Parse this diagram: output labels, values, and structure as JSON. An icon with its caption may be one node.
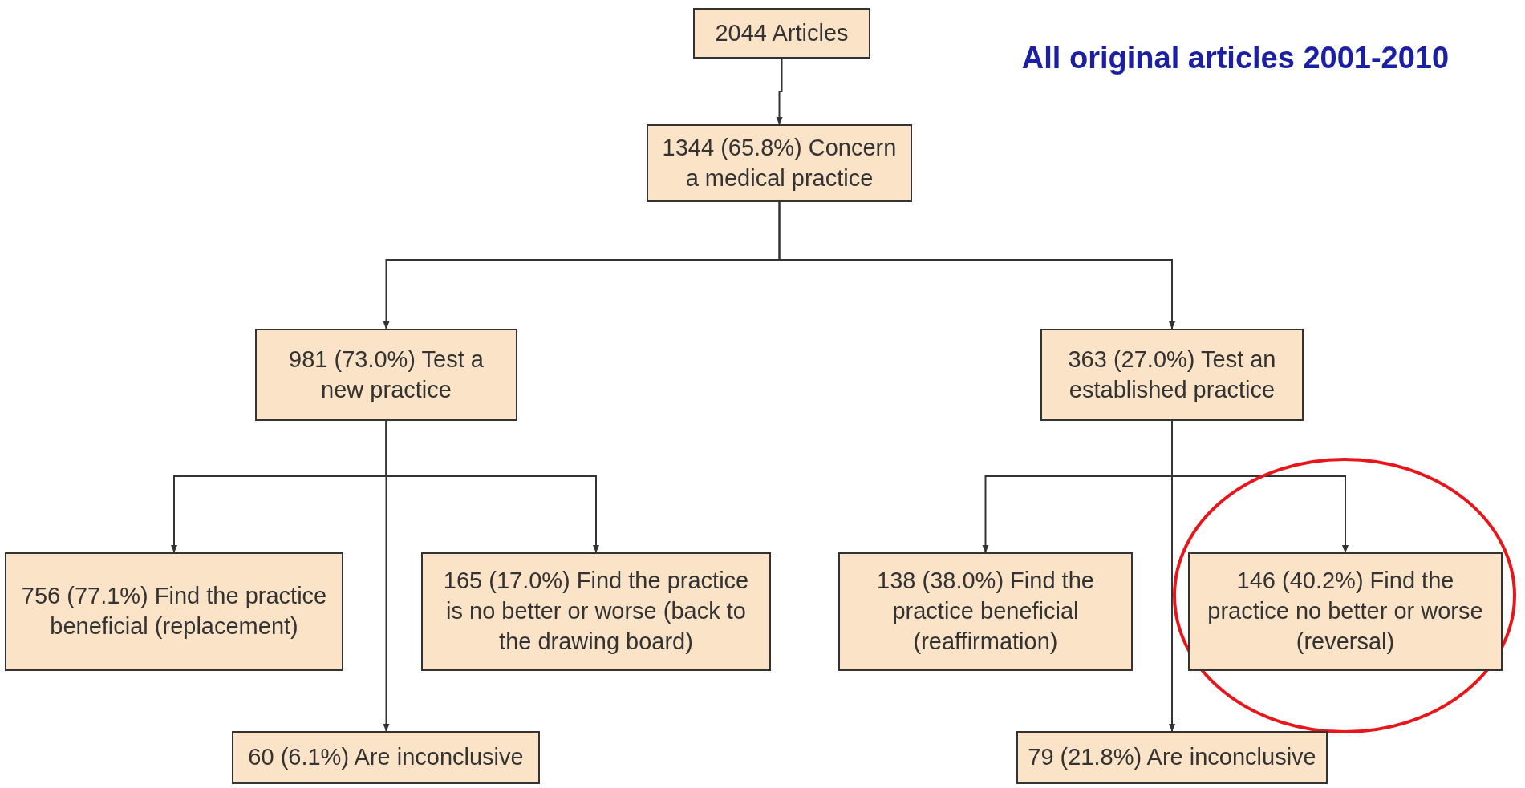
{
  "diagram": {
    "title": "All original articles 2001-2010",
    "nodes": [
      {
        "text": [
          "2044 Articles"
        ]
      },
      {
        "text": [
          "1344 (65.8%) Concern a medical practice"
        ]
      },
      {
        "text": [
          "981 (73.0%) Test a new practice"
        ]
      },
      {
        "text": [
          "363 (27.0%) Test an established practice"
        ]
      },
      {
        "text": [
          "756 (77.1%) Find the practice beneficial (replacement)"
        ]
      },
      {
        "text": [
          "165 (17.0%) Find the practice is no better or worse (back to the drawing board)"
        ]
      },
      {
        "text": [
          "138 (38.0%) Find the practice beneficial (reaffirmation)"
        ]
      },
      {
        "text": [
          "146 (40.2%) Find the practice no better or worse (reversal)"
        ]
      },
      {
        "text": [
          "60 (6.1%) Are inconclusive"
        ]
      },
      {
        "text": [
          "79 (21.8%) Are inconclusive"
        ]
      }
    ],
    "edges": [
      {
        "from": 0,
        "to": 1,
        "arrow": "to"
      },
      {
        "from": 1,
        "to": 2,
        "arrow": "to"
      },
      {
        "from": 1,
        "to": 3,
        "arrow": "to"
      },
      {
        "from": 2,
        "to": 4,
        "arrow": "to"
      },
      {
        "from": 2,
        "to": 5,
        "arrow": "to"
      },
      {
        "from": 2,
        "to": 8,
        "arrow": "to"
      },
      {
        "from": 3,
        "to": 6,
        "arrow": "to"
      },
      {
        "from": 3,
        "to": 7,
        "arrow": "to"
      },
      {
        "from": 3,
        "to": 9,
        "arrow": "to"
      }
    ]
  }
}
